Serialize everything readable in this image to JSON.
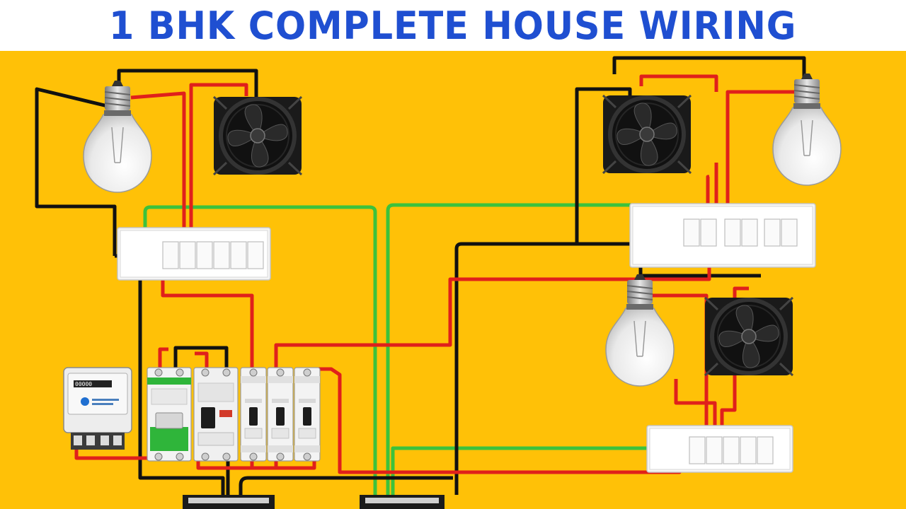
{
  "title": "1 BHK COMPLETE HOUSE WIRING",
  "colors": {
    "background": "#FFC107",
    "title_text": "#1F4FD1",
    "phase_wire": "#E0201B",
    "neutral_wire": "#111111",
    "earth_wire": "#3CC23C",
    "switch_board": "#F4F4F4",
    "mcb_handle": "#2FB53A"
  },
  "meter": {
    "reading": "00000"
  },
  "components": {
    "bulbs": [
      "bulb-room-1",
      "bulb-room-2",
      "bulb-room-3"
    ],
    "fans": [
      "exhaust-fan-room-1",
      "exhaust-fan-room-2",
      "exhaust-fan-room-3"
    ],
    "switch_boards": [
      "switch-board-room-1",
      "switch-board-room-2",
      "switch-board-room-3"
    ],
    "distribution": [
      "energy-meter",
      "main-switch",
      "rccb",
      "mcb-1",
      "mcb-2",
      "mcb-3"
    ]
  }
}
